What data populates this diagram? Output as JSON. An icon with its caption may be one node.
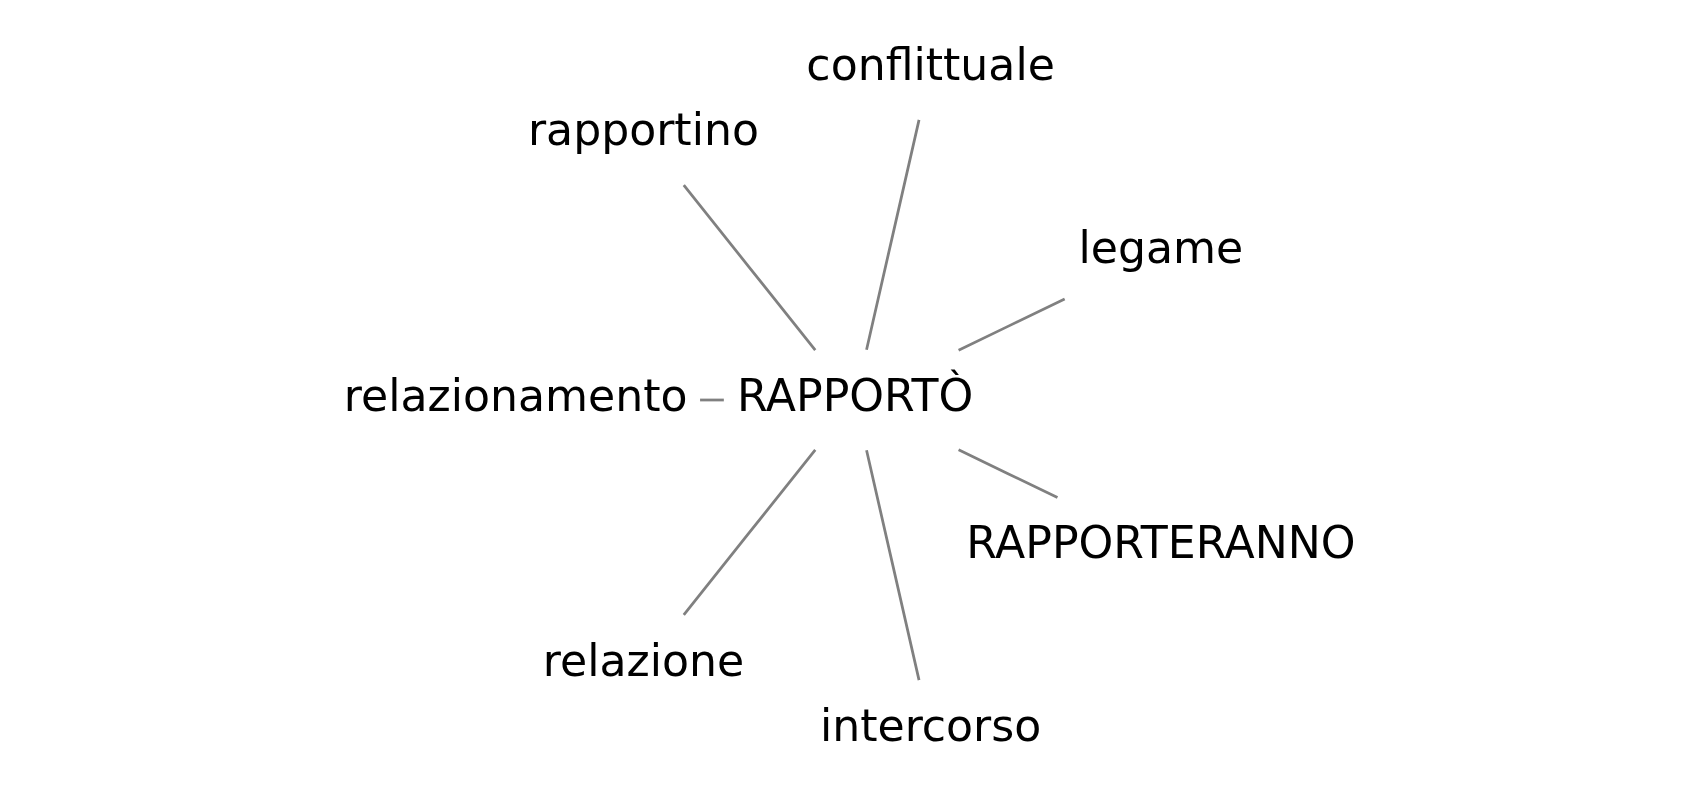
{
  "diagram": {
    "nodes": [
      {
        "text": [
          "legame"
        ]
      },
      {
        "text": [
          "conflittuale"
        ]
      },
      {
        "text": [
          "rapportino"
        ]
      },
      {
        "text": [
          "RAPPORTÒ"
        ]
      },
      {
        "text": [
          "relazionamento"
        ]
      },
      {
        "text": [
          "relazione"
        ]
      },
      {
        "text": [
          "intercorso"
        ]
      },
      {
        "text": [
          "RAPPORTERANNO"
        ]
      }
    ],
    "edges": [
      {
        "from": 3,
        "to": 0,
        "arrow": "none"
      },
      {
        "from": 3,
        "to": 1,
        "arrow": "none"
      },
      {
        "from": 3,
        "to": 4,
        "arrow": "none"
      },
      {
        "from": 3,
        "to": 6,
        "arrow": "none"
      },
      {
        "from": 3,
        "to": 7,
        "arrow": "none"
      },
      {
        "from": 3,
        "to": 5,
        "arrow": "none"
      },
      {
        "from": 3,
        "to": 2,
        "arrow": "none"
      }
    ]
  }
}
